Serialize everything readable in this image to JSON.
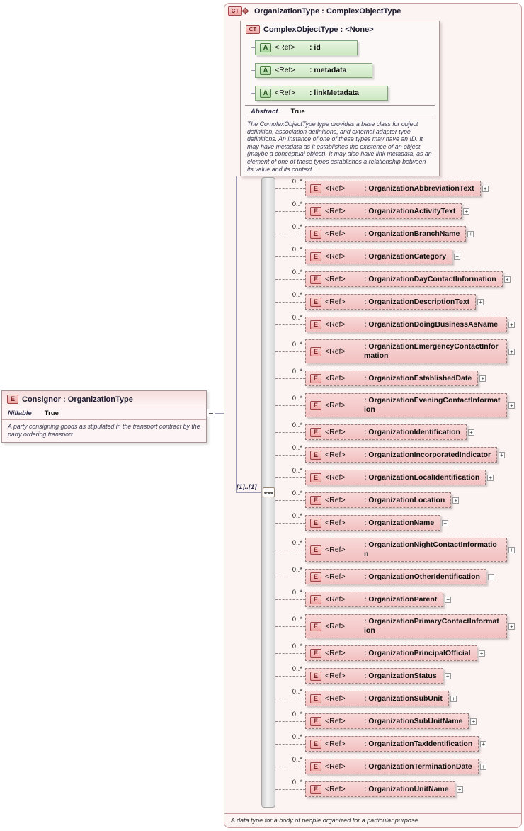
{
  "consignor": {
    "icon": "E",
    "title": "Consignor : OrganizationType",
    "facets": {
      "label": "Nillable",
      "value": "True"
    },
    "description": "A party consigning goods as stipulated in the transport contract by the party ordering transport."
  },
  "organization_type": {
    "icon": "CT",
    "title": "OrganizationType : ComplexObjectType",
    "sequence_label": "[1]..[1]",
    "expand_glyph": "+",
    "footer": "A data type for a body of people organized for a particular purpose.",
    "base": {
      "icon": "CT",
      "title": "ComplexObjectType : <None>",
      "attributes": [
        {
          "icon": "A",
          "ref": "<Ref>",
          "name": ": id"
        },
        {
          "icon": "A",
          "ref": "<Ref>",
          "name": ": metadata"
        },
        {
          "icon": "A",
          "ref": "<Ref>",
          "name": ": linkMetadata"
        }
      ],
      "facets": {
        "label": "Abstract",
        "value": "True"
      },
      "description": "The ComplexObjectType type provides a base class for object definition, association definitions, and external adapter type definitions. An instance of one of these types may have an ID. It may have metadata as it establishes the existence of an object (maybe a conceptual object). It may also have link metadata, as an element of one of these types establishes a relationship between its value and its context."
    },
    "elements": [
      {
        "icon": "E",
        "cardinality": "0..*",
        "ref": "<Ref>",
        "name": ": OrganizationAbbreviationText",
        "two_line": false
      },
      {
        "icon": "E",
        "cardinality": "0..*",
        "ref": "<Ref>",
        "name": ": OrganizationActivityText",
        "two_line": false
      },
      {
        "icon": "E",
        "cardinality": "0..*",
        "ref": "<Ref>",
        "name": ": OrganizationBranchName",
        "two_line": false
      },
      {
        "icon": "E",
        "cardinality": "0..*",
        "ref": "<Ref>",
        "name": ": OrganizationCategory",
        "two_line": false
      },
      {
        "icon": "E",
        "cardinality": "0..*",
        "ref": "<Ref>",
        "name": ": OrganizationDayContactInformation",
        "two_line": false
      },
      {
        "icon": "E",
        "cardinality": "0..*",
        "ref": "<Ref>",
        "name": ": OrganizationDescriptionText",
        "two_line": false
      },
      {
        "icon": "E",
        "cardinality": "0..*",
        "ref": "<Ref>",
        "name": ": OrganizationDoingBusinessAsName",
        "two_line": true
      },
      {
        "icon": "E",
        "cardinality": "0..*",
        "ref": "<Ref>",
        "name": ": OrganizationEmergencyContactInformation",
        "two_line": true
      },
      {
        "icon": "E",
        "cardinality": "0..*",
        "ref": "<Ref>",
        "name": ": OrganizationEstablishedDate",
        "two_line": false
      },
      {
        "icon": "E",
        "cardinality": "0..*",
        "ref": "<Ref>",
        "name": ": OrganizationEveningContactInformation",
        "two_line": true
      },
      {
        "icon": "E",
        "cardinality": "0..*",
        "ref": "<Ref>",
        "name": ": OrganizationIdentification",
        "two_line": false
      },
      {
        "icon": "E",
        "cardinality": "0..*",
        "ref": "<Ref>",
        "name": ": OrganizationIncorporatedIndicator",
        "two_line": false
      },
      {
        "icon": "E",
        "cardinality": "0..*",
        "ref": "<Ref>",
        "name": ": OrganizationLocalIdentification",
        "two_line": false
      },
      {
        "icon": "E",
        "cardinality": "0..*",
        "ref": "<Ref>",
        "name": ": OrganizationLocation",
        "two_line": false
      },
      {
        "icon": "E",
        "cardinality": "0..*",
        "ref": "<Ref>",
        "name": ": OrganizationName",
        "two_line": false
      },
      {
        "icon": "E",
        "cardinality": "0..*",
        "ref": "<Ref>",
        "name": ": OrganizationNightContactInformation",
        "two_line": true
      },
      {
        "icon": "E",
        "cardinality": "0..*",
        "ref": "<Ref>",
        "name": ": OrganizationOtherIdentification",
        "two_line": false
      },
      {
        "icon": "E",
        "cardinality": "0..*",
        "ref": "<Ref>",
        "name": ": OrganizationParent",
        "two_line": false
      },
      {
        "icon": "E",
        "cardinality": "0..*",
        "ref": "<Ref>",
        "name": ": OrganizationPrimaryContactInformation",
        "two_line": true
      },
      {
        "icon": "E",
        "cardinality": "0..*",
        "ref": "<Ref>",
        "name": ": OrganizationPrincipalOfficial",
        "two_line": false
      },
      {
        "icon": "E",
        "cardinality": "0..*",
        "ref": "<Ref>",
        "name": ": OrganizationStatus",
        "two_line": false
      },
      {
        "icon": "E",
        "cardinality": "0..*",
        "ref": "<Ref>",
        "name": ": OrganizationSubUnit",
        "two_line": false
      },
      {
        "icon": "E",
        "cardinality": "0..*",
        "ref": "<Ref>",
        "name": ": OrganizationSubUnitName",
        "two_line": false
      },
      {
        "icon": "E",
        "cardinality": "0..*",
        "ref": "<Ref>",
        "name": ": OrganizationTaxIdentification",
        "two_line": false
      },
      {
        "icon": "E",
        "cardinality": "0..*",
        "ref": "<Ref>",
        "name": ": OrganizationTerminationDate",
        "two_line": false
      },
      {
        "icon": "E",
        "cardinality": "0..*",
        "ref": "<Ref>",
        "name": ": OrganizationUnitName",
        "two_line": false
      }
    ]
  }
}
